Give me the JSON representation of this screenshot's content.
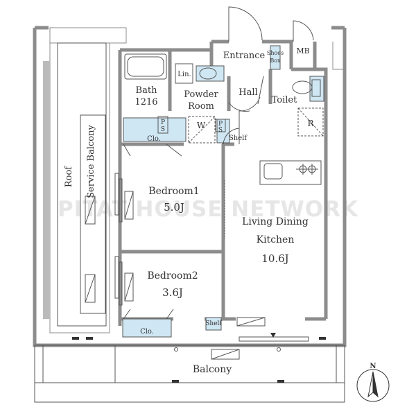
{
  "rooms": {
    "entrance": "Entrance",
    "shoes_box_1": "Shoes",
    "shoes_box_2": "Box",
    "mb": "MB",
    "bath_1": "Bath",
    "bath_2": "1216",
    "linen": "Lin.",
    "powder_room_1": "Powder",
    "powder_room_2": "Room",
    "hall": "Hall",
    "toilet": "Toilet",
    "refrigerator": "R",
    "ps_left_1": "P",
    "ps_left_2": "S",
    "ps_right_1": "P",
    "ps_right_2": "S",
    "washer": "W",
    "shelf_upper": "Shelf",
    "closet_upper": "Clo.",
    "roof": "Roof",
    "service_balcony": "Service Balcony",
    "bedroom1_name": "Bedroom1",
    "bedroom1_size": "5.0J",
    "ldk_name_1": "Living Dining",
    "ldk_name_2": "Kitchen",
    "ldk_size": "10.6J",
    "bedroom2_name": "Bedroom2",
    "bedroom2_size": "3.6J",
    "shelf_lower": "Shelf",
    "closet_lower": "Clo.",
    "balcony": "Balcony"
  },
  "watermark": "PITAT HOUSE NETWORK",
  "compass": {
    "label": "N"
  },
  "colors": {
    "wall": "#8c8c8c",
    "line": "#555555",
    "storage": "#cfe6f3",
    "window": "#aaaaaa"
  }
}
